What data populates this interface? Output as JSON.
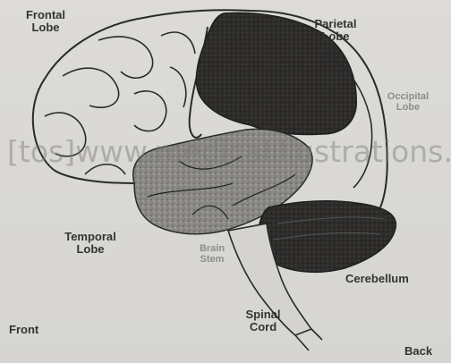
{
  "labels": {
    "frontal": [
      "Frontal",
      "Lobe"
    ],
    "parietal": [
      "Parietal",
      "Lobe"
    ],
    "occipital": [
      "Occipital",
      "Lobe"
    ],
    "temporal": [
      "Temporal",
      "Lobe"
    ],
    "brain_stem": [
      "Brain",
      "Stem"
    ],
    "cerebellum": "Cerebellum",
    "spinal_cord": [
      "Spinal",
      "Cord"
    ],
    "front": "Front",
    "back": "Back"
  },
  "watermark": "[tos]www.medicalillustrations.ca",
  "colors": {
    "background": "#d9d8d4",
    "parietal_fill": "#2e2d2b",
    "temporal_fill": "#8e8c88",
    "cerebellum_fill": "#454341",
    "outline": "#2a2a2a"
  }
}
